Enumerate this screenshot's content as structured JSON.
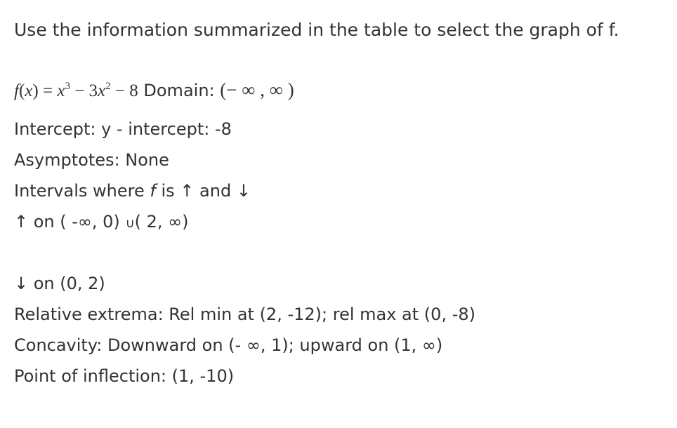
{
  "prompt": "Use the information summarized in the table to select the graph of f.",
  "function": {
    "f": "f",
    "x_open": "(",
    "x": "x",
    "x_close": ")",
    "equals": " = ",
    "x1": "x",
    "exp3": "3",
    "minus3": " − 3",
    "x2": "x",
    "exp2": "2",
    "minus8": " − 8",
    "domain_label": " Domain: ",
    "domain_value": "(− ∞ , ∞ )"
  },
  "intercept": "Intercept: y - intercept: -8",
  "asymptotes": "Asymptotes: None",
  "intervals": {
    "prefix": "Intervals where ",
    "f": "f",
    "is": " is ",
    "up_arrow": "↑",
    "and": " and ",
    "down_arrow": "↓"
  },
  "increasing": {
    "arrow": "↑",
    "text1": " on ( -∞, 0) ",
    "cup": "∪",
    "text2": "( 2, ∞)"
  },
  "decreasing": {
    "arrow": "↓",
    "text": " on (0, 2)"
  },
  "extrema": "Relative extrema: Rel min at (2, -12); rel max at (0, -8)",
  "concavity": "Concavity: Downward on (- ∞, 1); upward on (1, ∞)",
  "inflection": "Point of inflection: (1, -10)"
}
